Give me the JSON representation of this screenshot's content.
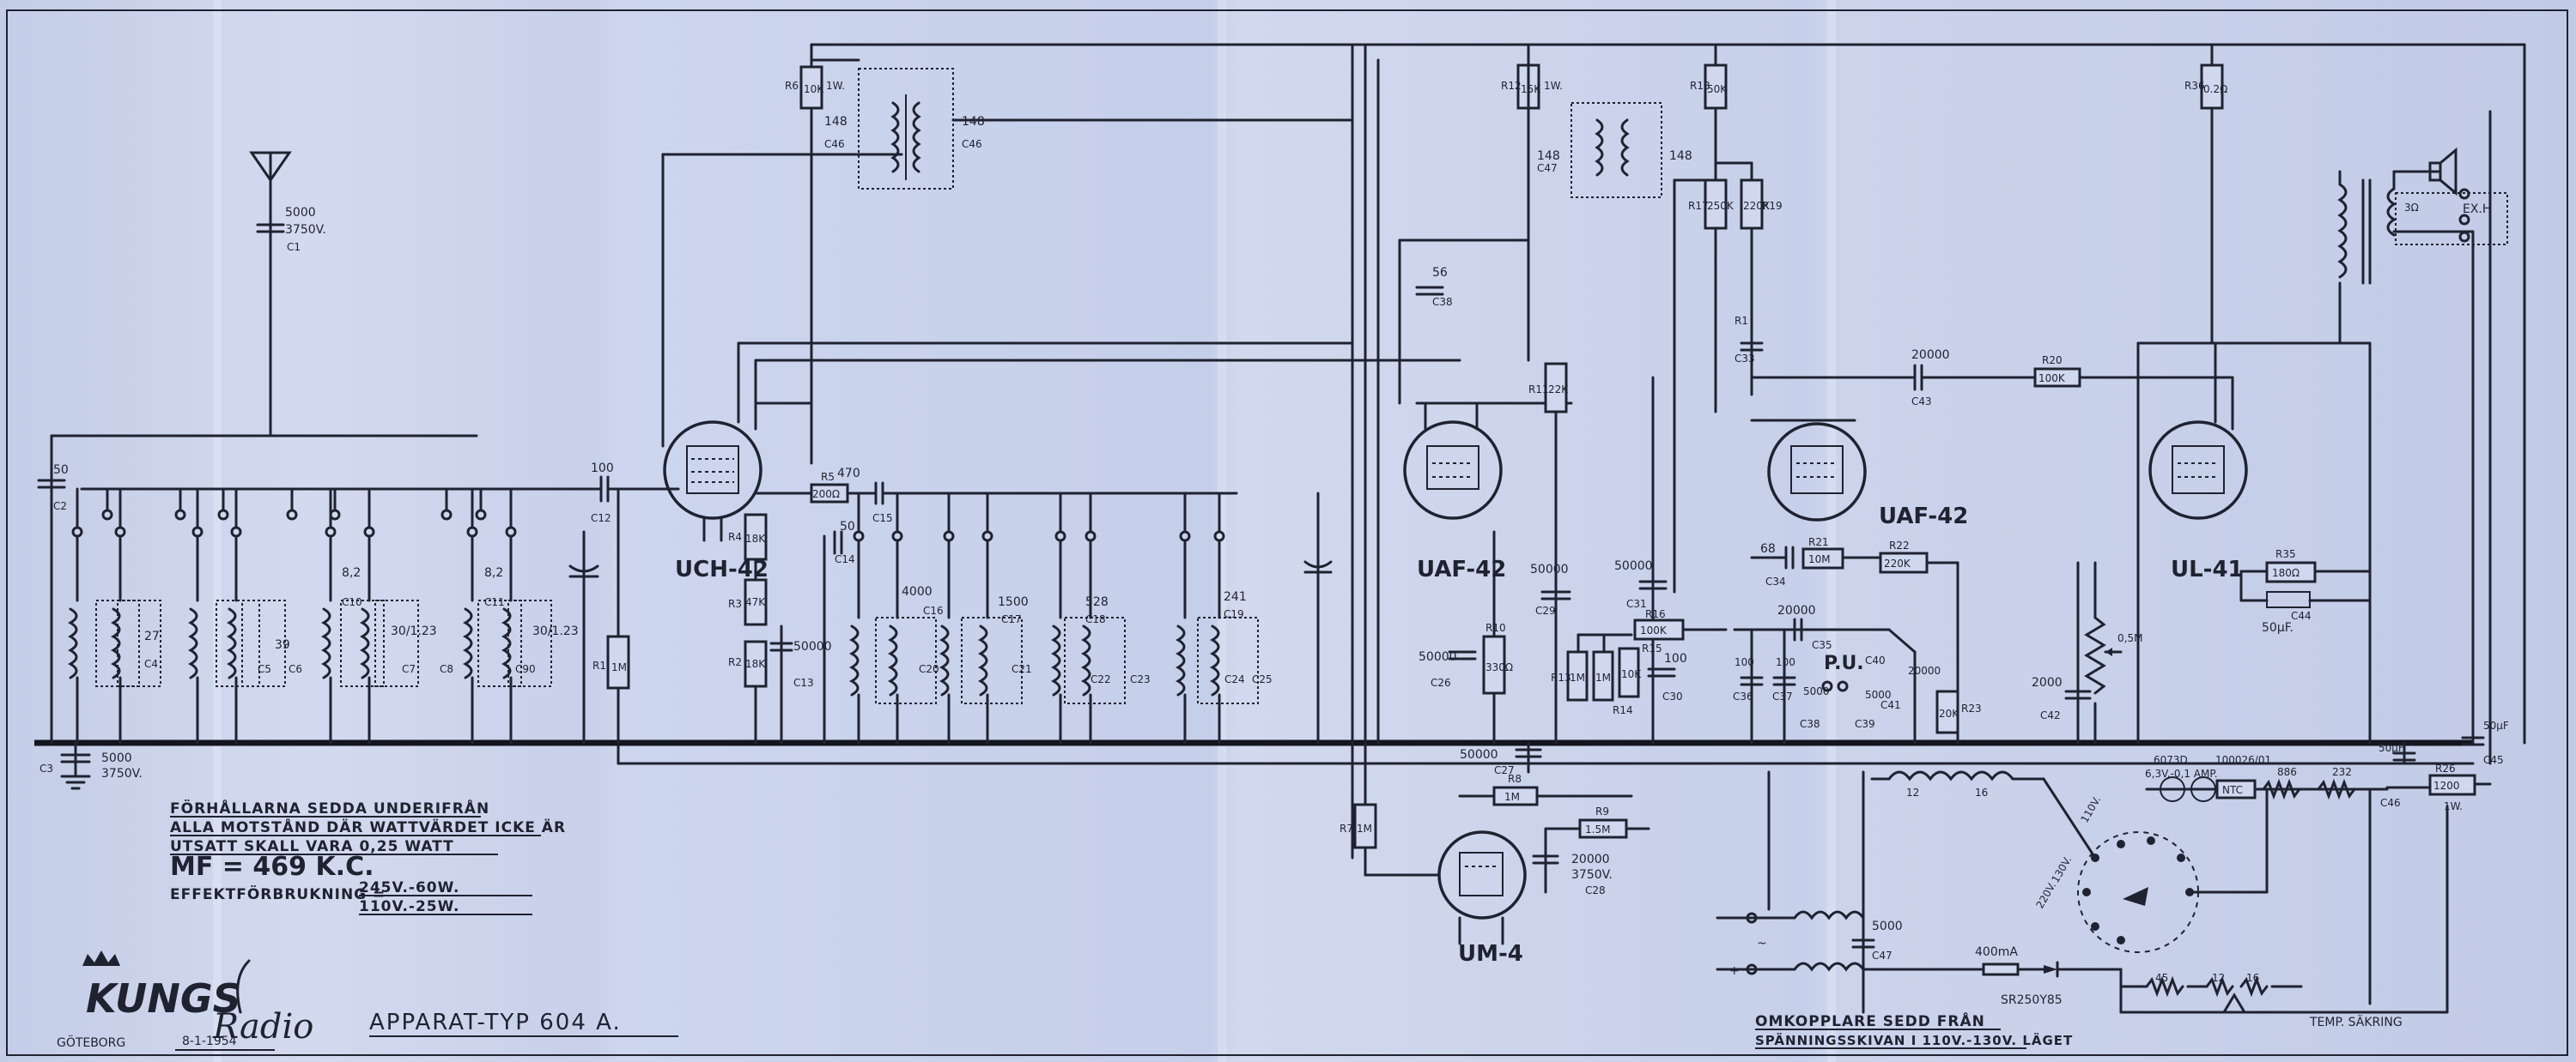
{
  "notes": {
    "line1": "FÖRHÅLLARNA SEDDA UNDERIFRÅN",
    "line2": "ALLA MOTSTÅND DÄR WATTVÄRDET ICKE ÄR",
    "line3": "UTSATT SKALL VARA 0,25 WATT",
    "mf": "MF = 469 K.C.",
    "power_label": "EFFEKTFÖRBRUKNING =",
    "power_1": "245V.-60W.",
    "power_2": "110V.-25W."
  },
  "brand": {
    "logo": "KUNGS",
    "script": "Radio",
    "city": "GÖTEBORG",
    "date": "8-1-1954"
  },
  "title": "APPARAT-TYP 604 A.",
  "switch_note": {
    "line1": "OMKOPPLARE SEDD FRÅN",
    "line2": "SPÄNNINGSSKIVAN I 110V.-130V. LÄGET"
  },
  "tubes": {
    "t1": "UCH-42",
    "t2": "UAF-42",
    "t3": "UAF-42",
    "t4": "UL-41",
    "t5": "UM-4"
  },
  "components": {
    "c1_val": "5000",
    "c1_v": "3750V.",
    "c1": "C1",
    "c2_val": "50",
    "c2": "C2",
    "c3": "C3",
    "c3_val": "5000",
    "c3_v": "3750V.",
    "c4_val": "27",
    "c4": "C4",
    "c5_val": "39",
    "c5": "C5",
    "c6": "C6",
    "c7_val": "30/1.23",
    "c7": "C7",
    "c10_val": "8,2",
    "c10": "C10",
    "c11_val": "8,2",
    "c11": "C11",
    "c8": "C8",
    "c90": "C90",
    "c9_val": "30/1.23",
    "c12_val": "100",
    "c12": "C12",
    "r1": "R1",
    "r1_val": "1M",
    "r5": "R5",
    "r5_val": "200Ω",
    "c15_val": "470",
    "c15": "C15",
    "r3": "R3",
    "r3_val": "47K",
    "r4": "R4",
    "r4_val": "18K",
    "r2": "R2",
    "r2_val": "18K",
    "c14_val": "50",
    "c14": "C14",
    "c13_val": "50000",
    "c13": "C13",
    "c16_val": "4000",
    "c16": "C16",
    "c20": "C20",
    "c17_val": "1500",
    "c17": "C17",
    "c21": "C21",
    "c18_val": "528",
    "c18": "C18",
    "c22": "C22",
    "c19_val": "241",
    "c19": "C19",
    "c23": "C23",
    "c24": "C24",
    "c25": "C25",
    "r6": "R6",
    "r6_val": "10K",
    "r6_w": "1W.",
    "c48_val": "148",
    "c46": "C46",
    "r12": "R12",
    "r12_val": "15K",
    "r12_w": "1W.",
    "c47": "C47",
    "c49_val": "148",
    "c38_val": "56",
    "c38": "C38",
    "r11": "R11",
    "r11_val": "22K",
    "c29_val": "50000",
    "c29": "C29",
    "c26_val": "50000",
    "c26": "C26",
    "r10": "R10",
    "r10_val": "330Ω",
    "c27_val": "50000",
    "c27": "C27",
    "r18": "R18",
    "r18_val": "50K",
    "r17": "R17",
    "r17_val": "250K",
    "r19": "R19",
    "r19_val": "220K",
    "r13": "R13",
    "r13_val": "1M",
    "r14": "R14",
    "r14_val": "1M",
    "r15": "R15",
    "r15_val": "10K",
    "r16": "R16",
    "r16_val": "100K",
    "c30_val": "100",
    "c30": "C30",
    "c31_val": "50000",
    "c31": "C31",
    "c33": "C33",
    "c34_val": "68",
    "c34": "C34",
    "r21": "R21",
    "r21_val": "10M",
    "r22": "R22",
    "r22_val": "220K",
    "c35_val": "20000",
    "c35": "C35",
    "c36_val": "100",
    "c36": "C36",
    "c37_val": "100",
    "c37": "C37",
    "pu": "P.U.",
    "c40": "C40",
    "c41": "C41",
    "c38b_val": "5000",
    "c39": "C39",
    "c38b": "C38",
    "r23": "R23",
    "r23_val": "20K",
    "c41_val": "20000",
    "c43_val": "20000",
    "c43": "C43",
    "r20": "R20",
    "r20_val": "100K",
    "r36": "R36",
    "r36_val": "0.2Ω",
    "r35": "R35",
    "r35_val": "180Ω",
    "c44": "C44",
    "c44_val": "50μF.",
    "c42_val": "2000",
    "c42": "C42",
    "pot_val": "0,5M",
    "spk_imp": "3Ω",
    "ex_h": "EX.H",
    "r7": "R7",
    "r7_val": "1M",
    "r8": "R8",
    "r8_val": "1M",
    "r9": "R9",
    "r9_val": "1.5M",
    "c28_val": "20000",
    "c28_v": "3750V.",
    "c28": "C28",
    "c45_val": "50μF",
    "c45": "C45",
    "c46b": "C46",
    "c46b_val": "50μF",
    "r26": "R26",
    "r26_val": "1200",
    "r26_w": "1W.",
    "lamp1": "6,3V.-0,1 AMP.",
    "lamp1_top": "6073D",
    "ntc": "NTC",
    "ntc_top": "100026/01",
    "r886": "886",
    "r232": "232",
    "sw_top": "110V.",
    "sw_a": "130V.",
    "sw_b": "220V.",
    "c47b_val": "5000",
    "c47b": "C47",
    "fuse": "400mA",
    "rect": "SR250Y85",
    "r45": "45",
    "r12b": "12",
    "r16b": "16",
    "temp_fuse": "TEMP. SÄKRING",
    "c37b_val": "50000",
    "c37b": "C37"
  }
}
